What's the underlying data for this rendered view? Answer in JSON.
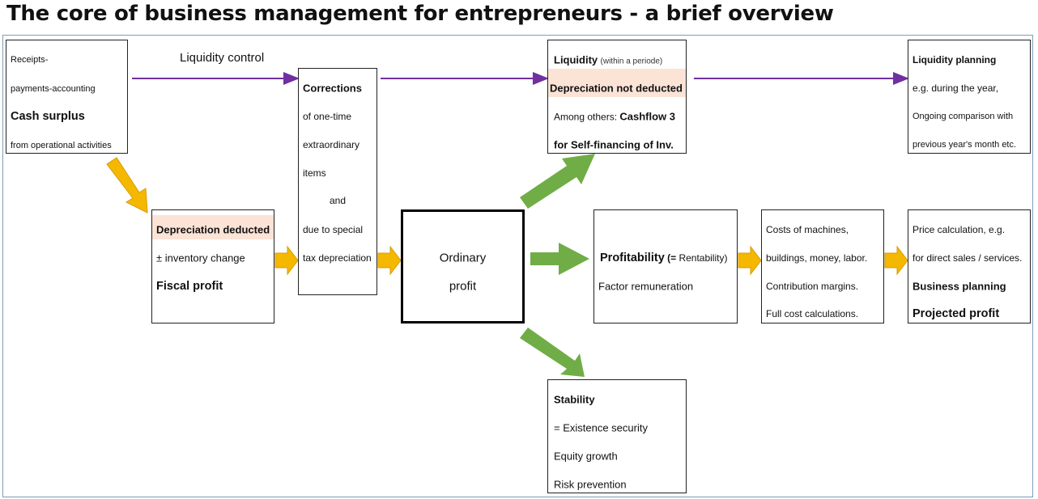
{
  "title": "The core of business management for entrepreneurs - a brief overview",
  "liquidity_control": "Liquidity control",
  "cash": {
    "l1": "Receipts-",
    "l2": "payments-accounting",
    "l3": "Cash surplus",
    "l4": "from operational activities"
  },
  "fiscal": {
    "l1": "Depreciation deducted",
    "l2": "± inventory change",
    "l3": "Fiscal profit"
  },
  "corrections": {
    "l1": "Corrections",
    "l2": "of one-time",
    "l3": "extraordinary",
    "l4": "items",
    "l5": "and",
    "l6": "due to special",
    "l7": "tax depreciation"
  },
  "ordinary": {
    "l1": "Ordinary",
    "l2": "profit"
  },
  "liquidity": {
    "l1": "Liquidity",
    "l1b": "(within a periode)",
    "l2": "Depreciation not deducted",
    "l3a": "Among others: ",
    "l3b": "Cashflow 3",
    "l4": "for Self-financing of Inv."
  },
  "planning": {
    "l1": "Liquidity planning",
    "l2": "e.g. during the year,",
    "l3": "Ongoing comparison with",
    "l4": "previous year's month etc."
  },
  "profitability": {
    "l1a": "Profitability",
    "l1b": " (= ",
    "l1c": "Rentability)",
    "l2": "Factor remuneration"
  },
  "costs": {
    "l1": "Costs of machines,",
    "l2": "buildings, money, labor.",
    "l3": "Contribution margins.",
    "l4": "Full cost calculations."
  },
  "price": {
    "l1": "Price calculation, e.g.",
    "l2": "for direct sales / services.",
    "l3": "Business planning",
    "l4": "Projected profit"
  },
  "stability": {
    "l1": "Stability",
    "l2": "= Existence security",
    "l3": "Equity growth",
    "l4": "Risk prevention"
  },
  "colors": {
    "purple": "#7030a0",
    "yellow": "#f5b800",
    "green": "#70ad47",
    "highlight": "#fbe3d6"
  }
}
